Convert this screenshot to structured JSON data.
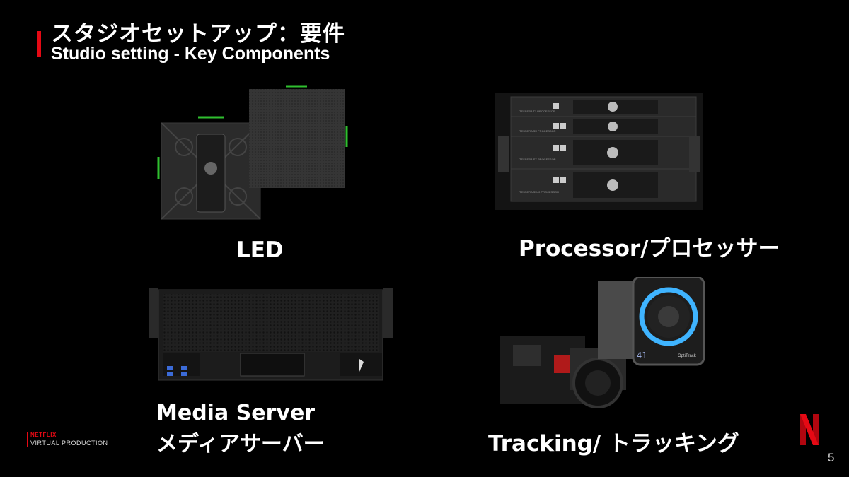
{
  "header": {
    "title_jp": "スタジオセットアップ：要件",
    "title_en": "Studio setting - Key Components"
  },
  "components": {
    "led": {
      "label": "LED"
    },
    "processor": {
      "label": "Processor/プロセッサー",
      "unit_labels": [
        "TESSERA T1 PROCESSOR",
        "TESSERA SX PROCESSOR",
        "TESSERA SX PROCESSOR",
        "TESSERA SX40 PROCESSOR"
      ]
    },
    "media_server": {
      "label_en": "Media Server",
      "label_jp": "メディアサーバー"
    },
    "tracking": {
      "label": "Tracking/ トラッキング",
      "device_brand": "OptiTrack",
      "display_value": "41"
    }
  },
  "footer": {
    "brand_top": "NETFLIX",
    "brand_bottom": "VIRTUAL PRODUCTION",
    "page_number": "5"
  },
  "colors": {
    "accent": "#e50914",
    "background": "#000000",
    "text": "#ffffff",
    "highlight_green": "#2fbf2f"
  }
}
